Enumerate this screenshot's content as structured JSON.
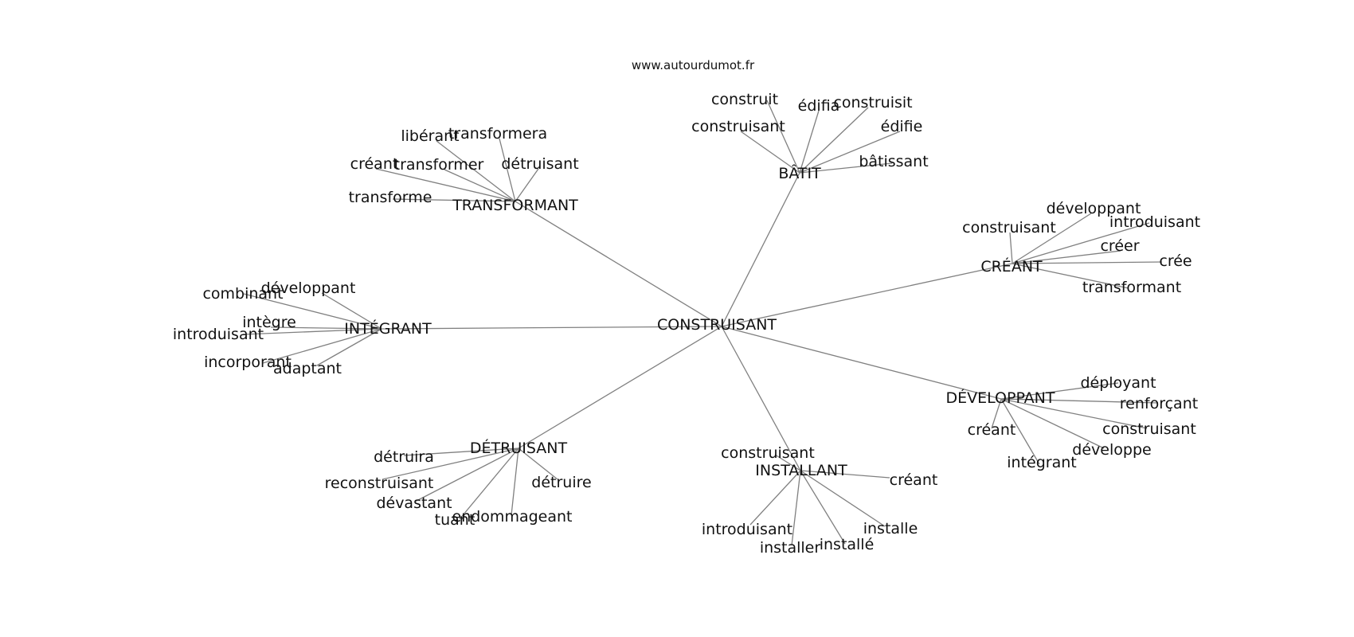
{
  "source": "www.autourdumot.fr",
  "center": "CONSTRUISANT",
  "colors": {
    "edge": "#808080",
    "text": "#111111",
    "background": "#ffffff"
  },
  "clusters": [
    {
      "label": "TRANSFORMANT",
      "leaves": [
        "libérant",
        "transformera",
        "créant",
        "transformer",
        "détruisant",
        "transforme"
      ]
    },
    {
      "label": "BÂTIT",
      "leaves": [
        "construit",
        "édifia",
        "construisit",
        "construisant",
        "édifie",
        "bâtissant"
      ]
    },
    {
      "label": "CRÉANT",
      "leaves": [
        "développant",
        "construisant",
        "introduisant",
        "créer",
        "crée",
        "transformant"
      ]
    },
    {
      "label": "INTÉGRANT",
      "leaves": [
        "combinant",
        "développant",
        "intègre",
        "introduisant",
        "incorporant",
        "adaptant"
      ]
    },
    {
      "label": "DÉVELOPPANT",
      "leaves": [
        "déployant",
        "renforçant",
        "créant",
        "construisant",
        "développe",
        "intégrant"
      ]
    },
    {
      "label": "DÉTRUISANT",
      "leaves": [
        "détruira",
        "reconstruisant",
        "détruire",
        "dévastant",
        "tuant",
        "endommageant"
      ]
    },
    {
      "label": "INSTALLANT",
      "leaves": [
        "construisant",
        "créant",
        "introduisant",
        "installe",
        "installé",
        "installer"
      ]
    }
  ]
}
